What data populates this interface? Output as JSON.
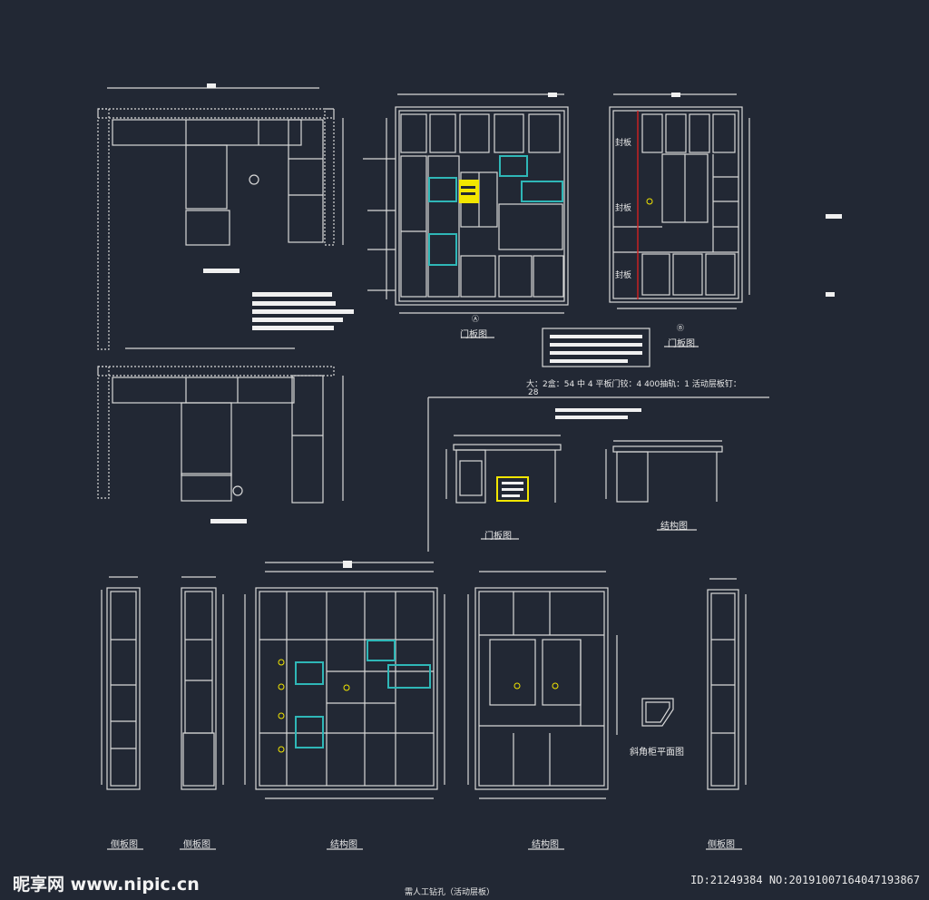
{
  "labels": {
    "door_view": "门板图",
    "structure_view": "结构图",
    "side_view": "侧板图",
    "corner_plan": "斜角柜平面图",
    "seal_board": "封板",
    "note_line": "大：2盒：54 中 4 平板门铰：4 400抽轨：1 活动层板钉：",
    "note_line_num": "28",
    "bottom_caption": "需人工钻孔（活动层板）",
    "circle_a": "Ⓐ",
    "circle_b": "Ⓑ"
  },
  "watermark": {
    "logo": "昵享网",
    "site": "www.nipic.cn",
    "id_line": "ID:21249384 NO:20191007164047193867"
  },
  "colors": {
    "background": "#222834",
    "line": "#d8d8d8",
    "cyan": "#2fb7b7",
    "yellow": "#f2e600",
    "red": "#d22020"
  }
}
